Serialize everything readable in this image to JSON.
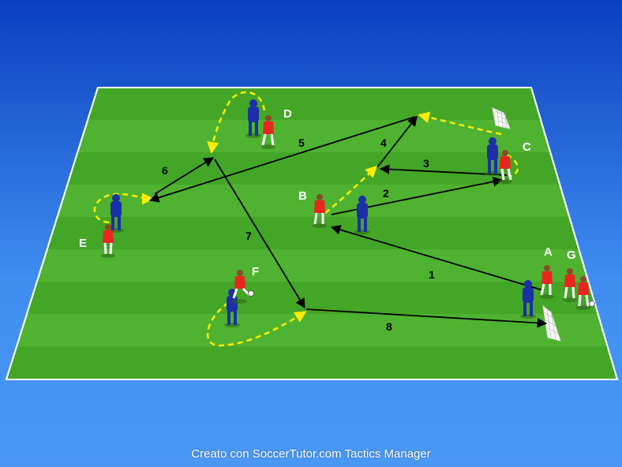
{
  "colors": {
    "pitch_light": "#4fb331",
    "pitch_dark": "#3f9e22",
    "player_red": "#e8261f",
    "mannequin_blue": "#1b2fa6",
    "pass_arrow": "#000000",
    "run_dashed": "#ffee00",
    "goal_white": "#ffffff"
  },
  "players": [
    {
      "id": "A",
      "label": "A"
    },
    {
      "id": "B",
      "label": "B"
    },
    {
      "id": "C",
      "label": "C"
    },
    {
      "id": "D",
      "label": "D"
    },
    {
      "id": "E",
      "label": "E"
    },
    {
      "id": "F",
      "label": "F"
    },
    {
      "id": "G",
      "label": "G"
    }
  ],
  "steps": [
    "1",
    "2",
    "3",
    "4",
    "5",
    "6",
    "7",
    "8"
  ],
  "icons": [
    "mannequin-icon",
    "player-icon",
    "mini-goal-icon",
    "pass-arrow-icon",
    "dribble-run-icon"
  ],
  "footer": "Creato con SoccerTutor.com Tactics Manager"
}
